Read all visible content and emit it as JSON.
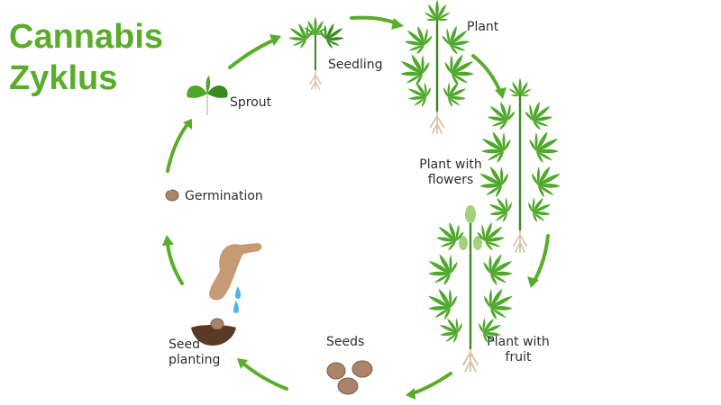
{
  "title": {
    "line1": "Cannabis",
    "line2": "Zyklus"
  },
  "stages": {
    "seedling": "Seedling",
    "plant": "Plant",
    "plant_with_flowers_1": "Plant with",
    "plant_with_flowers_2": "flowers",
    "plant_with_fruit_1": "Plant with",
    "plant_with_fruit_2": "fruit",
    "seeds": "Seeds",
    "seed_planting_1": "Seed",
    "seed_planting_2": "planting",
    "germination": "Germination",
    "sprout": "Sprout"
  },
  "colors": {
    "title": "#5aad2b",
    "arrow": "#5aad2b",
    "leaf": "#4ea82a",
    "leaf_dark": "#3a8a1f",
    "root": "#d9c3ad",
    "seed": "#a98468",
    "water": "#49b6e8",
    "hand": "#c69a73"
  },
  "icons": [
    "arrow-icon",
    "seedling-icon",
    "plant-icon",
    "flowering-plant-icon",
    "fruiting-plant-icon",
    "seeds-icon",
    "hand-icon",
    "water-drop-icon",
    "soil-icon",
    "germinating-seed-icon",
    "sprout-icon"
  ]
}
